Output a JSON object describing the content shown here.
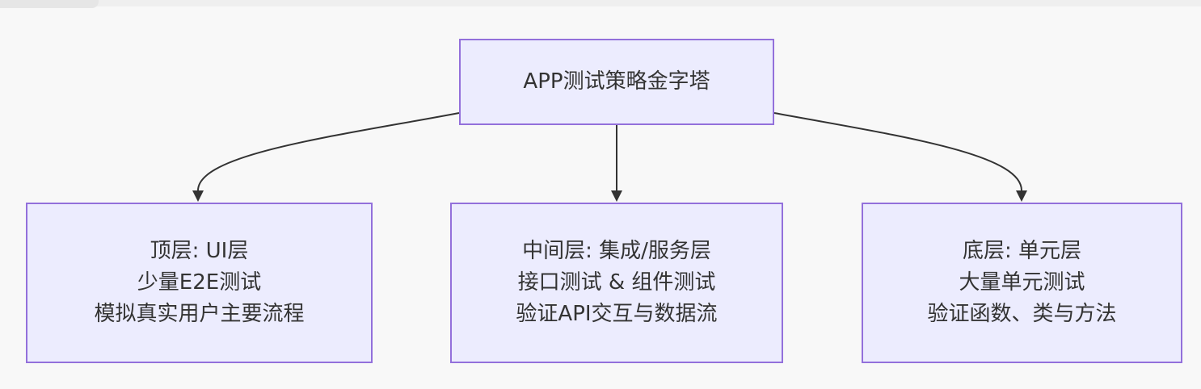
{
  "diagram": {
    "root": {
      "label": "APP测试策略金字塔"
    },
    "children": [
      {
        "id": "top",
        "lines": [
          "顶层: UI层",
          "少量E2E测试",
          "模拟真实用户主要流程"
        ]
      },
      {
        "id": "middle",
        "lines": [
          "中间层: 集成/服务层",
          "接口测试 & 组件测试",
          "验证API交互与数据流"
        ]
      },
      {
        "id": "bottom",
        "lines": [
          "底层: 单元层",
          "大量单元测试",
          "验证函数、类与方法"
        ]
      }
    ]
  },
  "colors": {
    "background": "#f8f8f8",
    "node_fill": "#ececfe",
    "node_border": "#9370db",
    "edge": "#333333",
    "text": "#333333"
  }
}
